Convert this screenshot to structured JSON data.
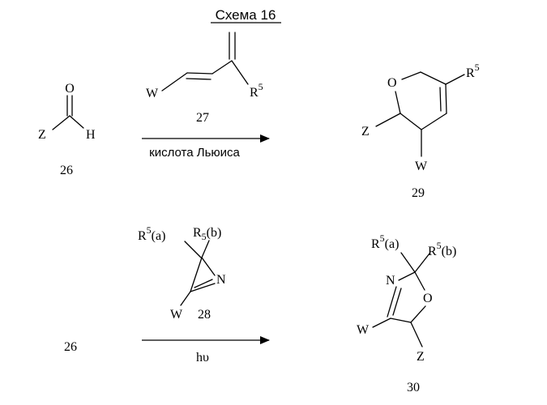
{
  "title": "Схема 16",
  "reaction1": {
    "aldehyde": {
      "atom_o": "O",
      "atom_h": "H",
      "sub_z": "Z",
      "number": "26"
    },
    "diene": {
      "sub_w": "W",
      "r_symbol": "R",
      "r_sup": "5",
      "number": "27"
    },
    "arrow_label": "кислота Льюиса",
    "product": {
      "atom_o": "O",
      "r_symbol": "R",
      "r_sup": "5",
      "sub_z": "Z",
      "sub_w": "W",
      "number": "29"
    }
  },
  "reaction2": {
    "reactant_number": "26",
    "azirine": {
      "r_a": "R",
      "r_a_sup": "5",
      "r_a_suffix": "(a)",
      "r_b": "R",
      "r_b_sub": "5",
      "r_b_suffix": "(b)",
      "atom_n": "N",
      "sub_w": "W",
      "number": "28"
    },
    "arrow_label": "hυ",
    "product": {
      "r_a": "R",
      "r_a_sup": "5",
      "r_a_suffix": "(a)",
      "r_b": "R",
      "r_b_sup": "5",
      "r_b_suffix": "(b)",
      "atom_n": "N",
      "atom_o": "O",
      "sub_w": "W",
      "sub_z": "Z",
      "number": "30"
    }
  }
}
